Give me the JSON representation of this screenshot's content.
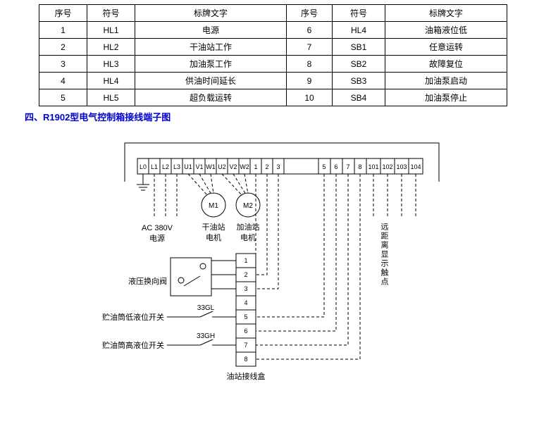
{
  "table": {
    "headers": [
      "序号",
      "符号",
      "标牌文字",
      "序号",
      "符号",
      "标牌文字"
    ],
    "rows": [
      [
        "1",
        "HL1",
        "电源",
        "6",
        "HL4",
        "油箱液位低"
      ],
      [
        "2",
        "HL2",
        "干油站工作",
        "7",
        "SB1",
        "任意运转"
      ],
      [
        "3",
        "HL3",
        "加油泵工作",
        "8",
        "SB2",
        "故障复位"
      ],
      [
        "4",
        "HL4",
        "供油时间延长",
        "9",
        "SB3",
        "加油泵启动"
      ],
      [
        "5",
        "HL5",
        "超负载运转",
        "10",
        "SB4",
        "加油泵停止"
      ]
    ]
  },
  "heading": {
    "text": "四、R1902型电气控制箱接线端子图",
    "color": "#0000CC"
  },
  "diagram": {
    "terminals": [
      "L0",
      "L1",
      "L2",
      "L3",
      "U1",
      "V1",
      "W1",
      "U2",
      "V2",
      "W2",
      "1",
      "2",
      "3",
      "5",
      "6",
      "7",
      "8",
      "101",
      "102",
      "103",
      "104"
    ],
    "power": {
      "line1": "AC 380V",
      "line2": "电源"
    },
    "motor1": {
      "id": "M1",
      "name_line1": "干油站",
      "name_line2": "电机"
    },
    "motor2": {
      "id": "M2",
      "name_line1": "加油站",
      "name_line2": "电机"
    },
    "valve": {
      "label": "液压换向阀"
    },
    "low_switch": {
      "code": "33GL",
      "label": "贮油筒低液位开关"
    },
    "high_switch": {
      "code": "33GH",
      "label": "贮油筒高液位开关"
    },
    "remote": {
      "label": "远距离显示触点"
    },
    "junction": {
      "label": "油站接线盒",
      "terminals": [
        "1",
        "2",
        "3",
        "4",
        "5",
        "6",
        "7",
        "8"
      ]
    },
    "line_color": "#000000"
  }
}
